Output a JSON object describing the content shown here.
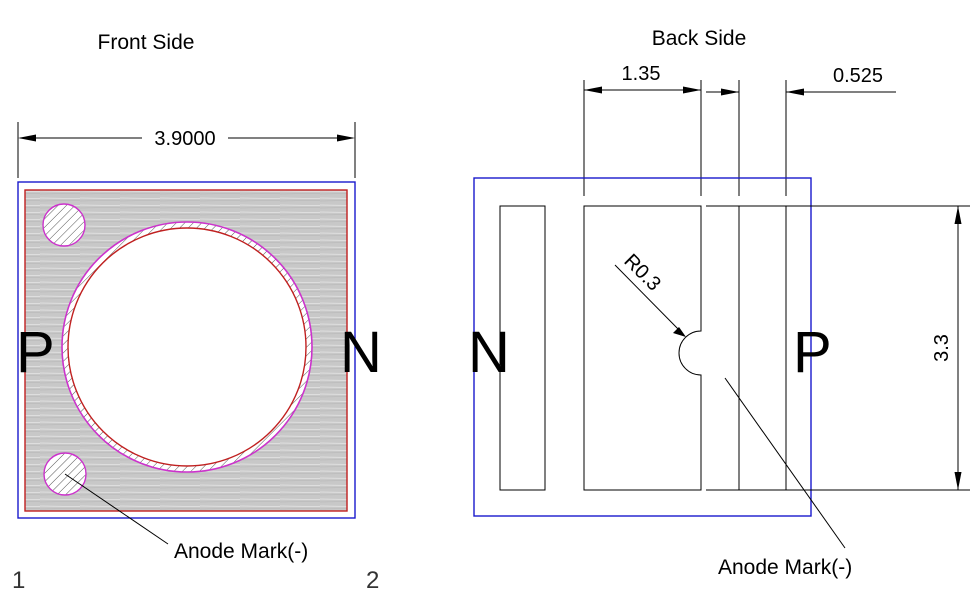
{
  "front": {
    "title": "Front Side",
    "width_dim": "3.9000",
    "left_pole": "P",
    "right_pole": "N",
    "anode_note": "Anode Mark(-)",
    "pin1": "1",
    "pin2": "2"
  },
  "back": {
    "title": "Back Side",
    "dim_left": "1.35",
    "dim_right": "0.525",
    "dim_height": "3.3",
    "radius": "R0.3",
    "left_pole": "N",
    "right_pole": "P",
    "anode_note": "Anode Mark(-)"
  },
  "colors": {
    "outline_blue": "#1a1acc",
    "pad_red": "#c02020",
    "ring_magenta": "#cc33cc",
    "fill_gray": "#c8c8c8",
    "line_black": "#000000"
  }
}
